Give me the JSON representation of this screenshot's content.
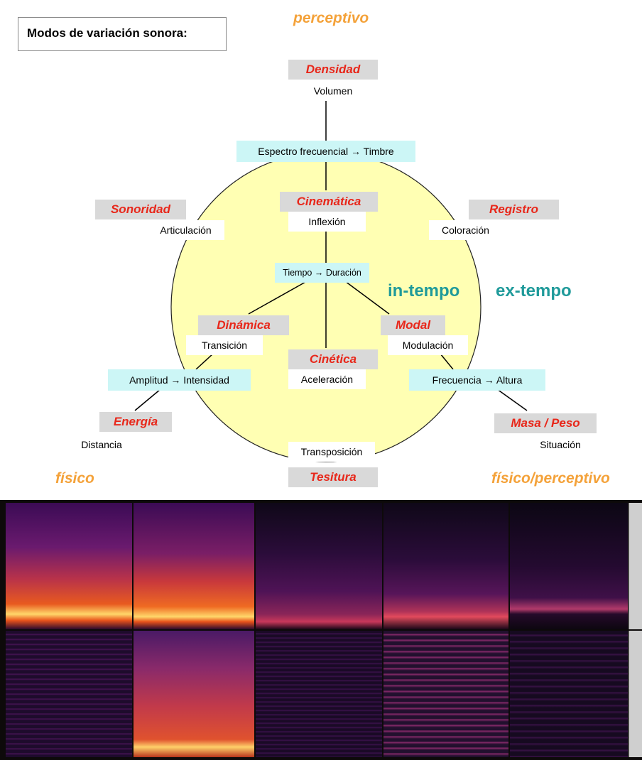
{
  "title": "Modos de variación sonora:",
  "corners": {
    "top": "perceptivo",
    "bottom_left": "físico",
    "bottom_right": "físico/perceptivo"
  },
  "tempo": {
    "inner": "in-tempo",
    "outer": "ex-tempo"
  },
  "axes": {
    "spectrum": "Espectro frecuencial → Timbre",
    "time": "Tiempo → Duración",
    "amplitude": "Amplitud → Intensidad",
    "frequency": "Frecuencia → Altura"
  },
  "modes": {
    "densidad": {
      "label": "Densidad",
      "attr": "Volumen"
    },
    "sonoridad": {
      "label": "Sonoridad",
      "attr": "Articulación"
    },
    "cinematica": {
      "label": "Cinemática",
      "attr": "Inflexión"
    },
    "registro": {
      "label": "Registro",
      "attr": "Coloración"
    },
    "dinamica": {
      "label": "Dinámica",
      "attr": "Transición"
    },
    "cinetica": {
      "label": "Cinética",
      "attr": "Aceleración"
    },
    "modal": {
      "label": "Modal",
      "attr": "Modulación"
    },
    "energia": {
      "label": "Energía",
      "attr": "Distancia"
    },
    "masa": {
      "label": "Masa / Peso",
      "attr": "Situación"
    },
    "tesitura": {
      "label": "Tesitura",
      "attr": "Transposición"
    }
  },
  "colors": {
    "circle_fill": "#ffffb3",
    "mode_label": "#e8271a",
    "mode_bg": "#d9d9d9",
    "axis_bg": "#ccf6f6",
    "corner_label": "#f4a23a",
    "tempo_label": "#1f9a9a"
  }
}
